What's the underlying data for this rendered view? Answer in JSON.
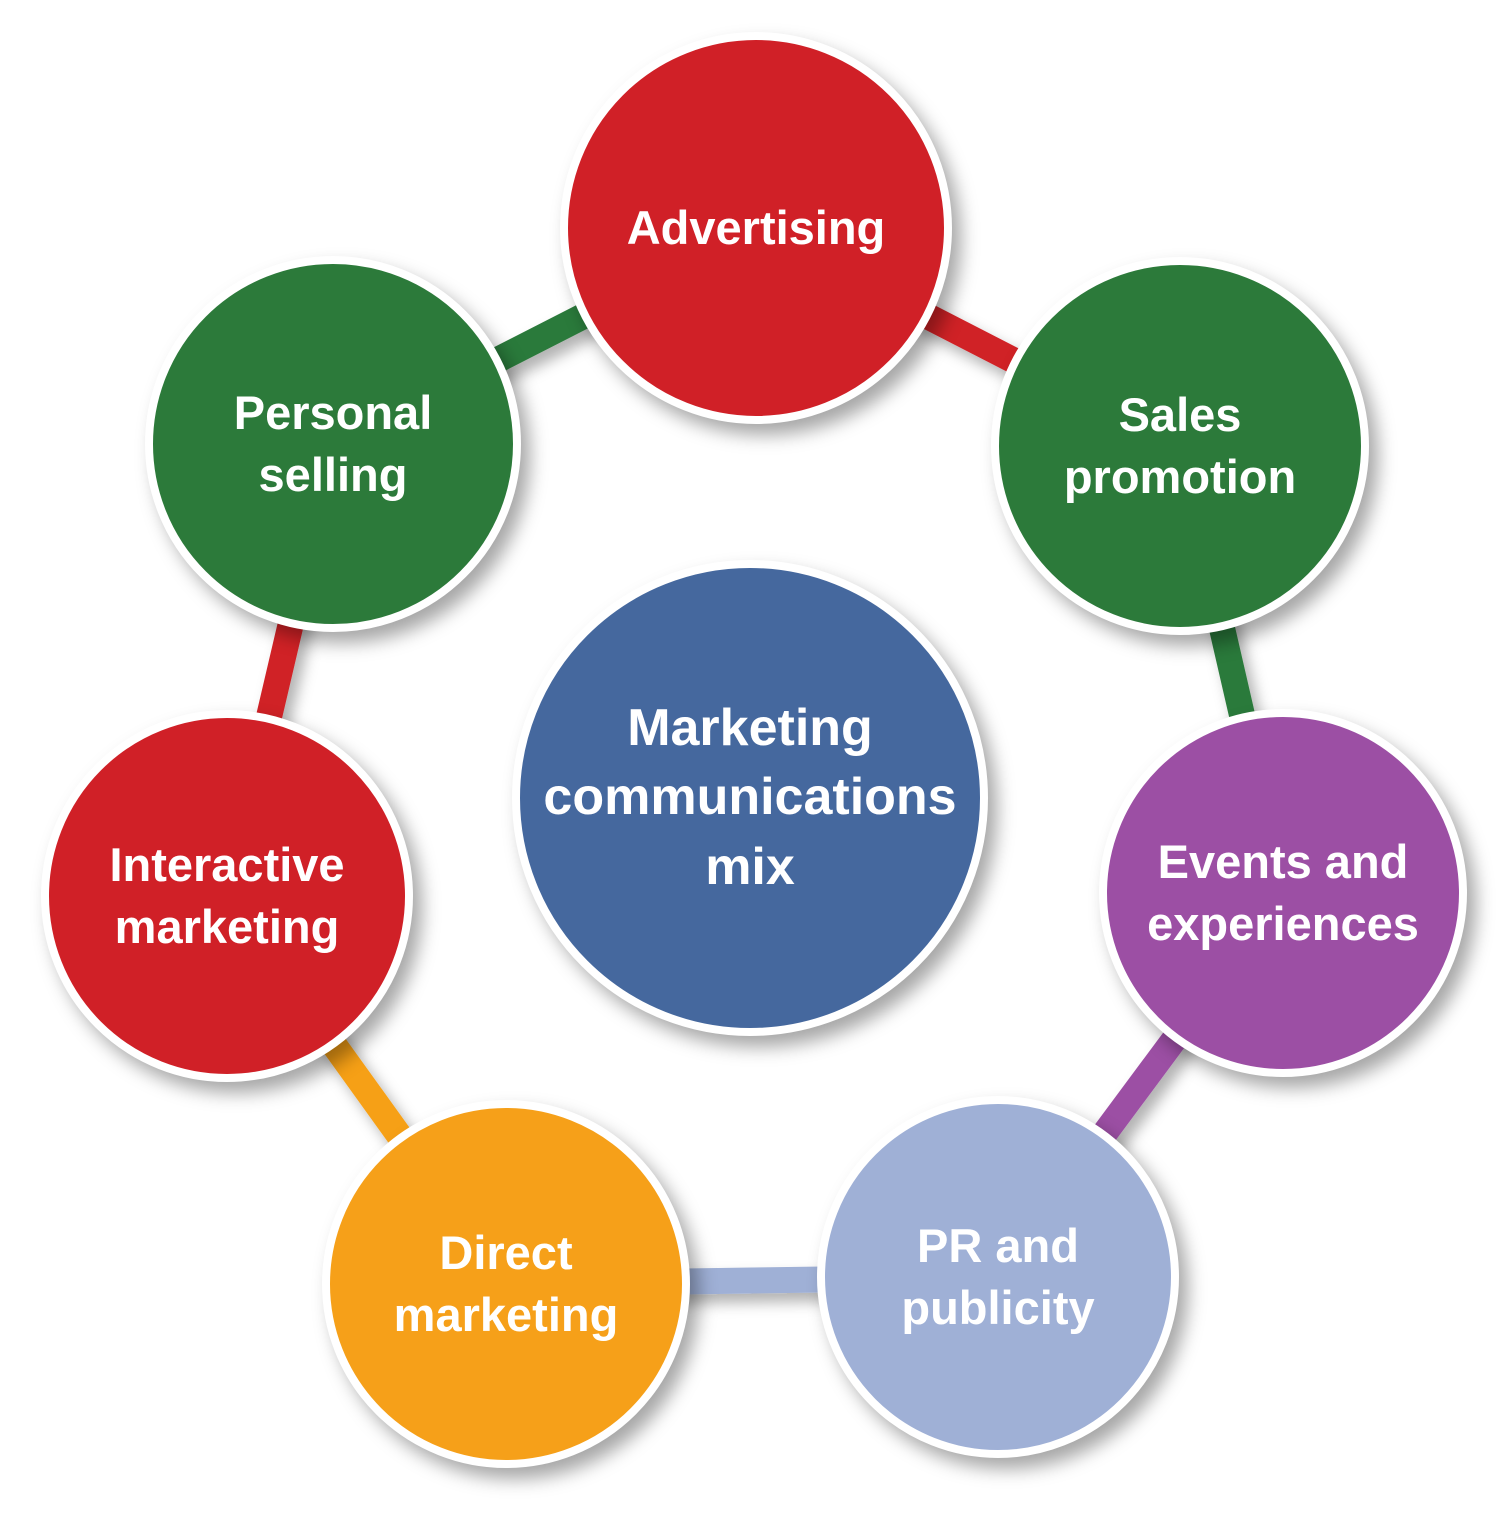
{
  "diagram": {
    "center": {
      "label": "Marketing communications mix",
      "lines": [
        "Marketing",
        "communications",
        "mix"
      ],
      "color": "#45689e"
    },
    "nodes": [
      {
        "id": "advertising",
        "label": "Advertising",
        "lines": [
          "Advertising"
        ],
        "color": "#d02027"
      },
      {
        "id": "sales-promotion",
        "label": "Sales promotion",
        "lines": [
          "Sales",
          "promotion"
        ],
        "color": "#2c7a3a"
      },
      {
        "id": "events-experiences",
        "label": "Events and experiences",
        "lines": [
          "Events and",
          "experiences"
        ],
        "color": "#9c4fa4"
      },
      {
        "id": "pr-publicity",
        "label": "PR and publicity",
        "lines": [
          "PR and",
          "publicity"
        ],
        "color": "#9fb0d6"
      },
      {
        "id": "direct-marketing",
        "label": "Direct marketing",
        "lines": [
          "Direct",
          "marketing"
        ],
        "color": "#f6a019"
      },
      {
        "id": "interactive-marketing",
        "label": "Interactive marketing",
        "lines": [
          "Interactive",
          "marketing"
        ],
        "color": "#d02027"
      },
      {
        "id": "personal-selling",
        "label": "Personal selling",
        "lines": [
          "Personal",
          "selling"
        ],
        "color": "#2c7a3a"
      }
    ],
    "connectors": [
      {
        "from": "personal-selling",
        "to": "advertising",
        "color": "#2c7a3a"
      },
      {
        "from": "advertising",
        "to": "sales-promotion",
        "color": "#d02027"
      },
      {
        "from": "sales-promotion",
        "to": "events-experiences",
        "color": "#2c7a3a"
      },
      {
        "from": "events-experiences",
        "to": "pr-publicity",
        "color": "#9c4fa4"
      },
      {
        "from": "pr-publicity",
        "to": "direct-marketing",
        "color": "#9fb0d6"
      },
      {
        "from": "direct-marketing",
        "to": "interactive-marketing",
        "color": "#f6a019"
      },
      {
        "from": "interactive-marketing",
        "to": "personal-selling",
        "color": "#d02027"
      }
    ]
  }
}
